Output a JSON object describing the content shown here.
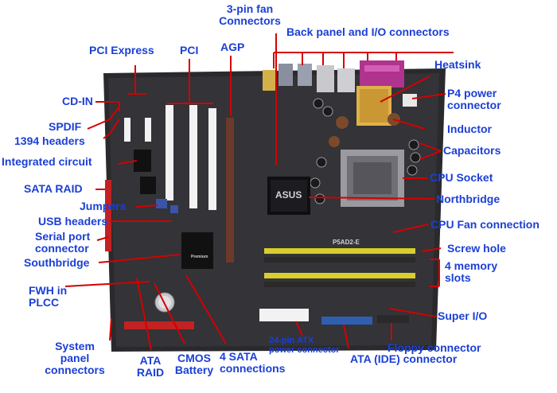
{
  "board": {
    "brand_logo": "ASUS",
    "model": "P5AD2-E",
    "southbridge_logo": "Premium"
  },
  "labels": {
    "fan_connectors": "3-pin fan\nConnectors",
    "back_panel": "Back panel and I/O connectors",
    "pci_express": "PCI Express",
    "pci": "PCI",
    "agp": "AGP",
    "heatsink": "Heatsink",
    "p4_power": "P4 power\nconnector",
    "cd_in": "CD-IN",
    "inductor": "Inductor",
    "spdif": "SPDIF",
    "headers_1394": "1394 headers",
    "capacitors": "Capacitors",
    "integrated_circuit": "Integrated circuit",
    "cpu_socket": "CPU Socket",
    "sata_raid": "SATA RAID",
    "northbridge": "Northbridge",
    "jumpers": "Jumpers",
    "usb_headers": "USB headers",
    "cpu_fan": "CPU Fan connection",
    "serial_port": "Serial port\nconnector",
    "screw_hole": "Screw hole",
    "southbridge": "Southbridge",
    "memory_slots": "4 memory\nslots",
    "fwh": "FWH in\nPLCC",
    "super_io": "Super I/O",
    "system_panel": "System\npanel\nconnectors",
    "ata_raid": "ATA\nRAID",
    "cmos": "CMOS\nBattery",
    "sata4": "4 SATA\nconnections",
    "atx24": "24-pin ATX\npower connector",
    "ata_ide": "ATA (IDE) connector",
    "floppy": "Floppy connector"
  },
  "colors": {
    "label_text": "#1b3fd6",
    "leader_line": "#d40000",
    "pcb": "#2a2a2d",
    "memory_slot": "#d8cf2a",
    "ide_connector": "#2f5fb0",
    "ata_raid_connector": "#c22222"
  }
}
